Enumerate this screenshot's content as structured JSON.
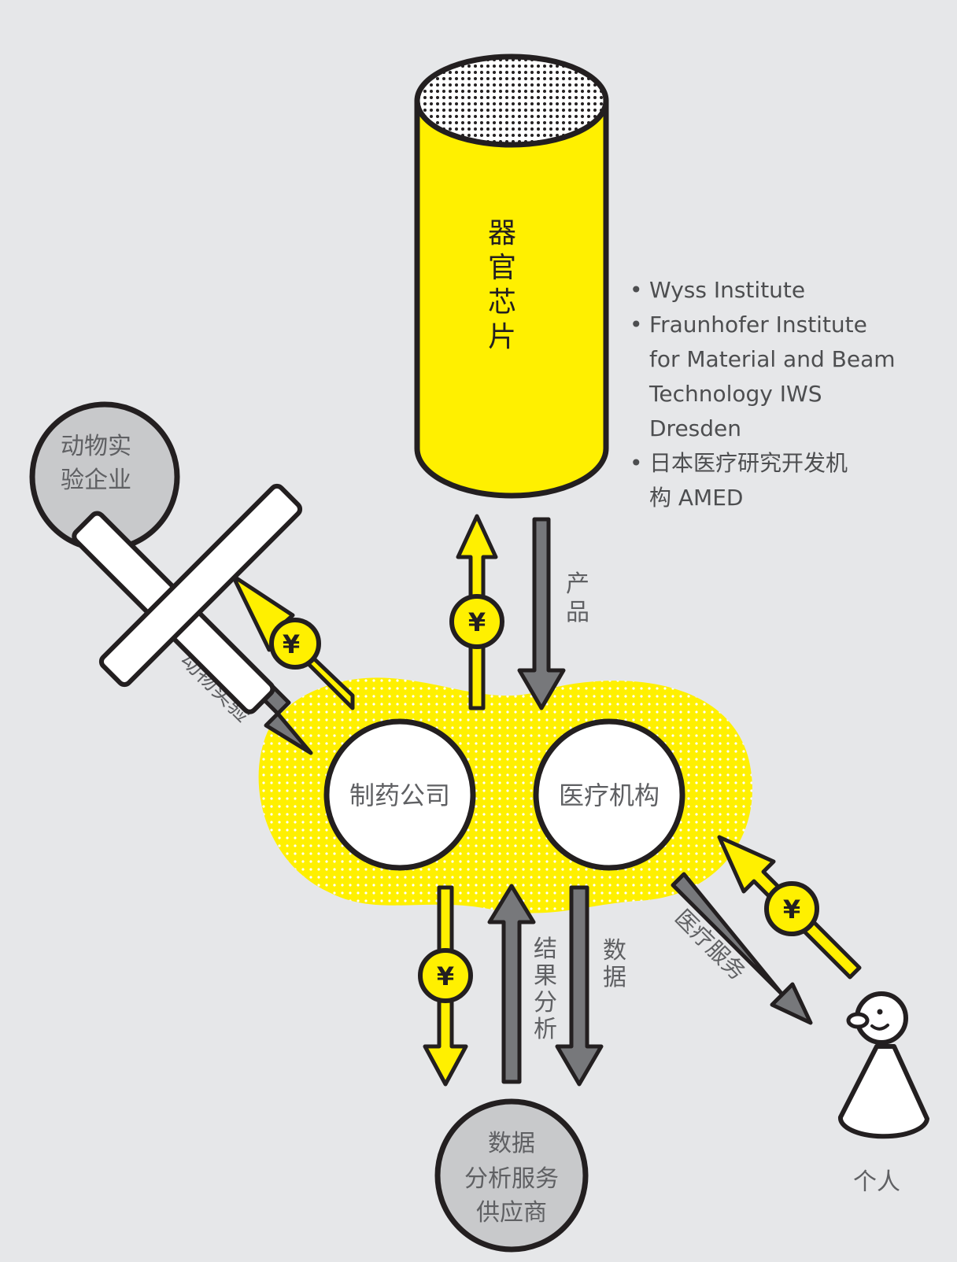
{
  "organ_chip": {
    "label_lines": [
      "器",
      "官",
      "芯",
      "片"
    ]
  },
  "institutes": [
    {
      "text": "Wyss Institute"
    },
    {
      "text": "Fraunhofer Institute\nfor Material and Beam\nTechnology IWS\nDresden"
    },
    {
      "text": "日本医疗研究开发机\n构 AMED"
    }
  ],
  "nodes": {
    "animal_testing_company": {
      "lines": [
        "动物实",
        "验企业"
      ]
    },
    "pharma_company": {
      "label": "制药公司"
    },
    "medical_institution": {
      "label": "医疗机构"
    },
    "data_analysis_provider": {
      "lines": [
        "数据",
        "分析服务",
        "供应商"
      ]
    },
    "individual": {
      "label": "个人"
    }
  },
  "flows": {
    "product": {
      "chars": [
        "产",
        "品"
      ]
    },
    "animal_testing": {
      "label": "动物实验"
    },
    "result_analysis": {
      "chars": [
        "结",
        "果",
        "分",
        "析"
      ]
    },
    "data": {
      "chars": [
        "数",
        "据"
      ]
    },
    "medical_service": {
      "label": "医疗服务"
    }
  },
  "currency_symbol": "¥",
  "colors": {
    "background": "#e6e7e9",
    "yellow": "#fff000",
    "gray_arrow": "#77787b",
    "outline": "#231f20",
    "gray_node": "#c8c9cb",
    "text_gray": "#5f6063"
  }
}
